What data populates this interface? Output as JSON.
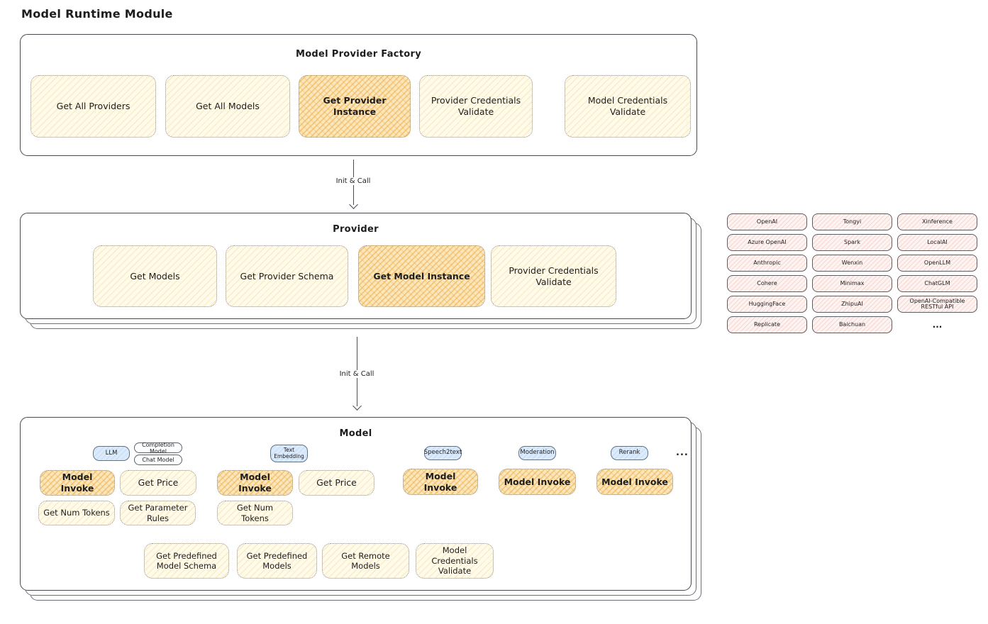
{
  "page": {
    "title": "Model Runtime Module"
  },
  "arrows": {
    "first": "Init & Call",
    "second": "Init & Call"
  },
  "factory": {
    "title": "Model Provider Factory",
    "items": [
      "Get All Providers",
      "Get All Models",
      "Get Provider Instance",
      "Provider Credentials Validate",
      "Model Credentials Validate"
    ]
  },
  "provider": {
    "title": "Provider",
    "items": [
      "Get Models",
      "Get Provider Schema",
      "Get Model Instance",
      "Provider Credentials Validate"
    ]
  },
  "vendors": {
    "items": [
      "OpenAI",
      "Tongyi",
      "Xinference",
      "Azure OpenAI",
      "Spark",
      "LocalAI",
      "Anthropic",
      "Wenxin",
      "OpenLLM",
      "Cohere",
      "Minimax",
      "ChatGLM",
      "HuggingFace",
      "ZhipuAI",
      "OpenAI-Compatible RESTful API",
      "Replicate",
      "Baichuan"
    ],
    "more": "..."
  },
  "model": {
    "title": "Model",
    "tags": {
      "llm": "LLM",
      "completion": "Completion Model",
      "chat": "Chat Model",
      "text_embedding": "Text Embedding",
      "speech2text": "Speech2text",
      "moderation": "Moderation",
      "rerank": "Rerank",
      "more": "..."
    },
    "llm_ops": [
      "Model Invoke",
      "Get Price",
      "Get Num Tokens",
      "Get Parameter Rules"
    ],
    "embedding_ops": [
      "Model Invoke",
      "Get Price",
      "Get Num Tokens"
    ],
    "speech2text_ops": [
      "Model Invoke"
    ],
    "moderation_ops": [
      "Model Invoke"
    ],
    "rerank_ops": [
      "Model Invoke"
    ],
    "common_ops": [
      "Get Predefined Model Schema",
      "Get Predefined Models",
      "Get Remote Models",
      "Model Credentials Validate"
    ]
  },
  "colors": {
    "highlight_orange": "#f0a838",
    "soft_yellow": "#fffbeb",
    "vendor_pink": "#fdf3f1",
    "tag_blue": "#dcebfb",
    "line_gray": "#4a4d52"
  }
}
